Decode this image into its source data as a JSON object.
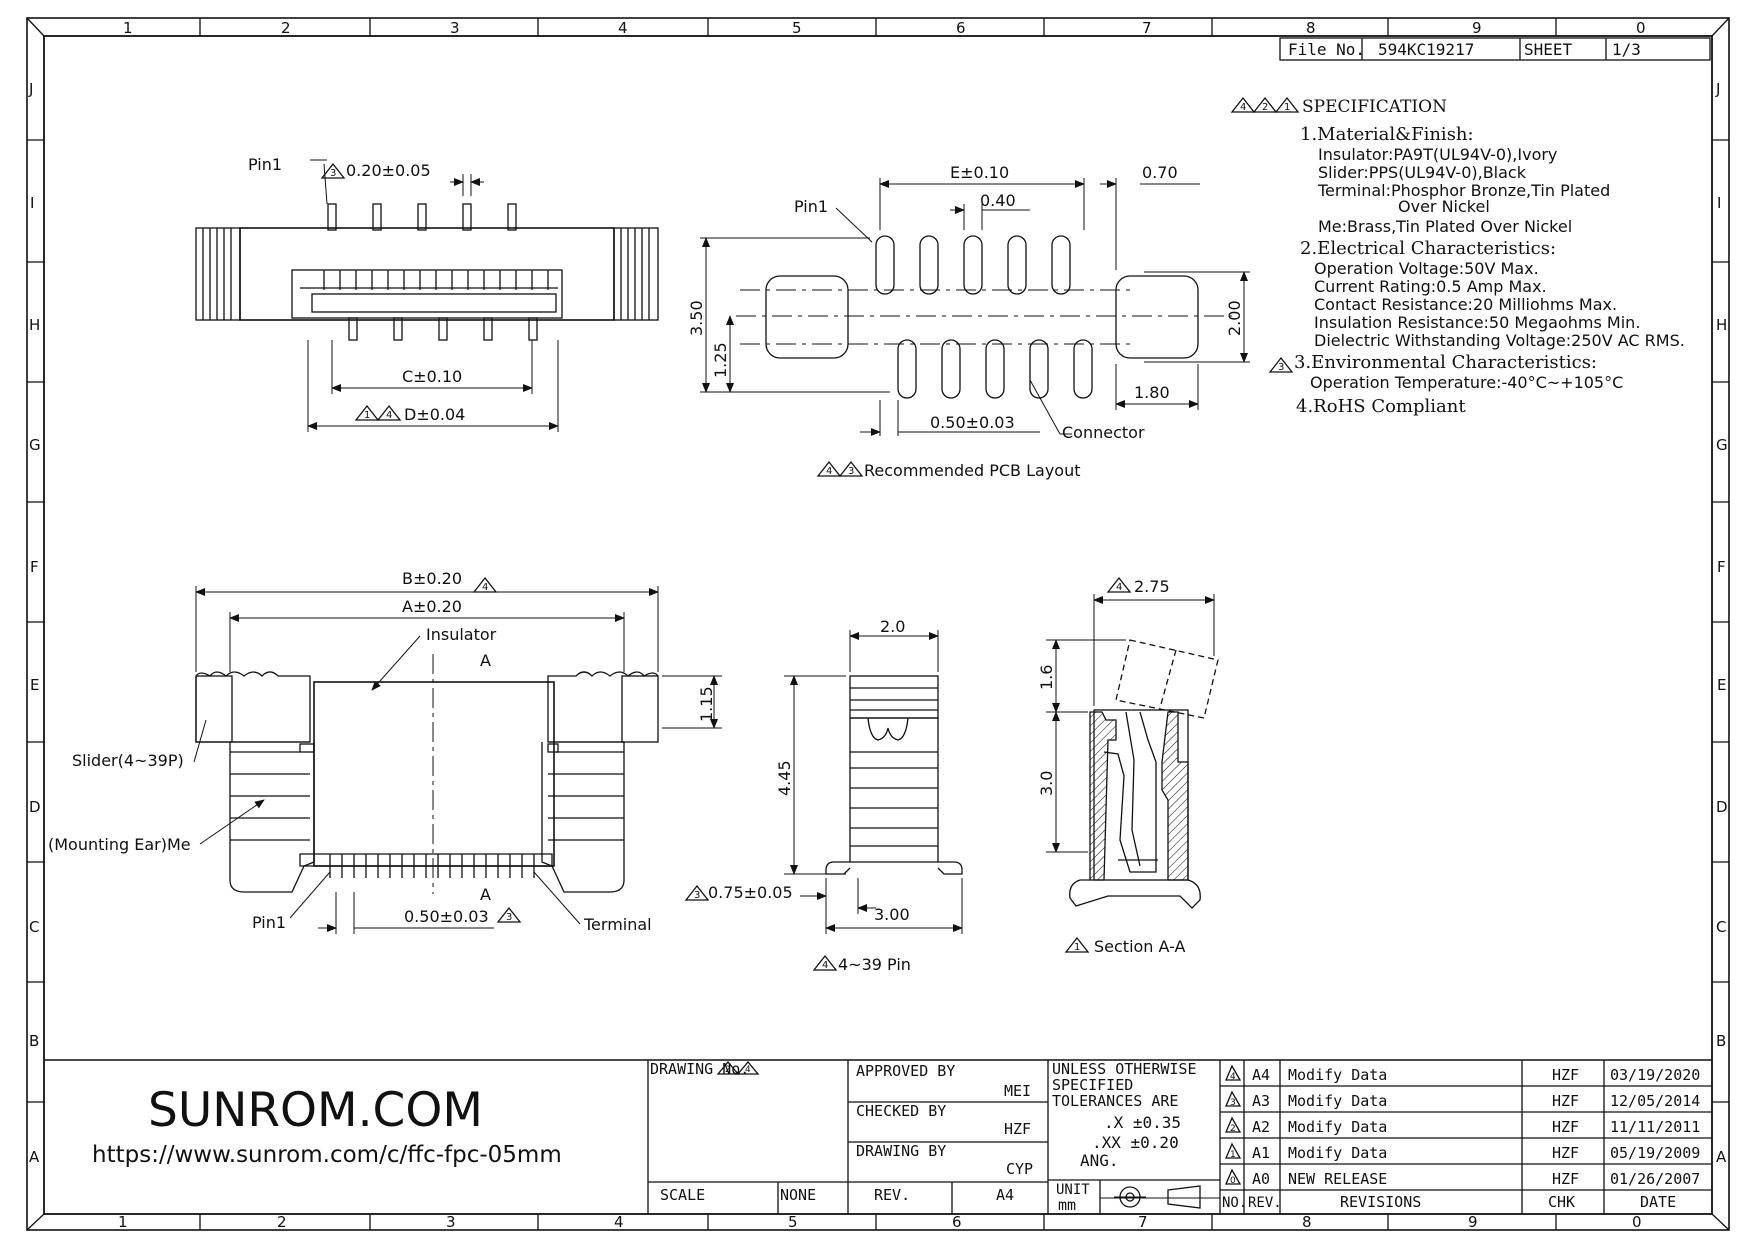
{
  "border": {
    "cols_top": [
      "1",
      "2",
      "3",
      "4",
      "5",
      "6",
      "7",
      "8",
      "9",
      "0"
    ],
    "cols_bottom": [
      "1",
      "2",
      "3",
      "4",
      "5",
      "6",
      "7",
      "8",
      "9",
      "0"
    ],
    "rows": [
      "J",
      "I",
      "H",
      "G",
      "F",
      "E",
      "D",
      "C",
      "B",
      "A"
    ]
  },
  "file_box": {
    "file_label": "File No.",
    "file_no": "594KC19217",
    "sheet_label": "SHEET",
    "sheet_no": "1/3"
  },
  "spec": {
    "heading_marks": [
      "4",
      "2",
      "1"
    ],
    "heading": "SPECIFICATION",
    "s1": "1.Material&Finish:",
    "s1a": "Insulator:PA9T(UL94V-0),Ivory",
    "s1b": "Slider:PPS(UL94V-0),Black",
    "s1c": "Terminal:Phosphor Bronze,Tin Plated",
    "s1c2": "Over Nickel",
    "s1d": "Me:Brass,Tin Plated Over Nickel",
    "s2": "2.Electrical Characteristics:",
    "s2a": "Operation Voltage:50V Max.",
    "s2b": "Current Rating:0.5 Amp Max.",
    "s2c": "Contact Resistance:20 Milliohms Max.",
    "s2d": "Insulation Resistance:50 Megaohms Min.",
    "s2e": "Dielectric Withstanding Voltage:250V AC RMS.",
    "s3_mark": "3",
    "s3": "3.Environmental Characteristics:",
    "s3a": "Operation Temperature:-40°C~+105°C",
    "s4": "4.RoHS Compliant"
  },
  "top_view": {
    "pin1": "Pin1",
    "pitch_mark": "3",
    "pitch": "0.20±0.05",
    "c_dim": "C±0.10",
    "d_marks": [
      "1",
      "4"
    ],
    "d_dim": "D±0.04"
  },
  "pcb": {
    "pin1": "Pin1",
    "e_dim": "E±0.10",
    "d070": "0.70",
    "d040": "0.40",
    "d350": "3.50",
    "d125": "1.25",
    "d200": "2.00",
    "d180": "1.80",
    "d050": "0.50±0.03",
    "connector": "Connector",
    "caption_marks": [
      "4",
      "3"
    ],
    "caption": "Recommended PCB Layout"
  },
  "front_view": {
    "b_dim": "B±0.20",
    "b_mark": "4",
    "a_dim": "A±0.20",
    "insulator": "Insulator",
    "sec_a": "A",
    "slider": "Slider(4~39P)",
    "ear": "(Mounting Ear)Me",
    "d115": "1.15",
    "pin1": "Pin1",
    "pitch": "0.50±0.03",
    "pitch_mark": "3",
    "terminal": "Terminal"
  },
  "side_view": {
    "d20": "2.0",
    "d445": "4.45",
    "d075_mark": "3",
    "d075": "0.75±0.05",
    "d300": "3.00",
    "caption_mark": "4",
    "caption": "4~39 Pin"
  },
  "section": {
    "d275_mark": "4",
    "d275": "2.75",
    "d16": "1.6",
    "d30": "3.0",
    "caption_mark": "1",
    "caption": "Section A-A"
  },
  "title_block": {
    "brand": "SUNROM.COM",
    "url": "https://www.sunrom.com/c/ffc-fpc-05mm",
    "drawing_no": "DRAWING No.",
    "drawing_marks": [
      "2",
      "4"
    ],
    "approved": "APPROVED BY",
    "approved_by": "MEI",
    "checked": "CHECKED BY",
    "checked_by": "HZF",
    "drawn": "DRAWING BY",
    "drawn_by": "CYP",
    "scale": "SCALE",
    "scale_val": "NONE",
    "rev": "REV.",
    "rev_val": "A4",
    "tol1": "UNLESS OTHERWISE",
    "tol2": "SPECIFIED",
    "tol3": "TOLERANCES ARE",
    "tolx": ".X  ±0.35",
    "tolxx": ".XX  ±0.20",
    "tolang": "ANG.",
    "unit": "UNIT",
    "unit_val": "mm"
  },
  "revisions": {
    "rows": [
      {
        "mark": "4",
        "rev": "A4",
        "desc": "Modify Data",
        "chk": "HZF",
        "date": "03/19/2020"
      },
      {
        "mark": "3",
        "rev": "A3",
        "desc": "Modify Data",
        "chk": "HZF",
        "date": "12/05/2014"
      },
      {
        "mark": "2",
        "rev": "A2",
        "desc": "Modify Data",
        "chk": "HZF",
        "date": "11/11/2011"
      },
      {
        "mark": "1",
        "rev": "A1",
        "desc": "Modify Data",
        "chk": "HZF",
        "date": "05/19/2009"
      },
      {
        "mark": "0",
        "rev": "A0",
        "desc": "NEW RELEASE",
        "chk": "HZF",
        "date": "01/26/2007"
      }
    ],
    "h_no": "NO.",
    "h_rev": "REV.",
    "h_rev2": "REVISIONS",
    "h_chk": "CHK",
    "h_date": "DATE"
  }
}
